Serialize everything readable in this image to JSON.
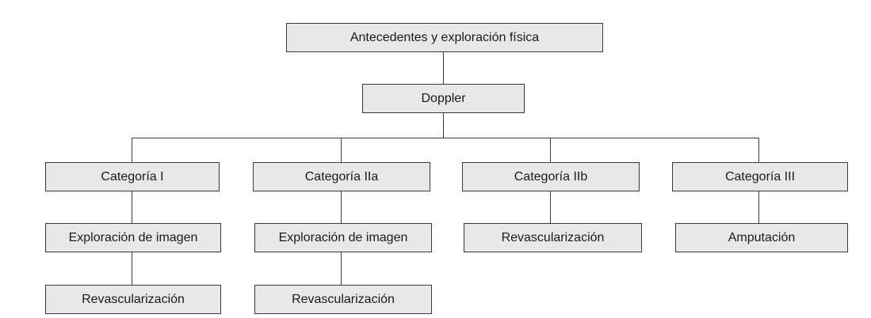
{
  "diagram": {
    "root": "Antecedentes y exploración física",
    "test": "Doppler",
    "categories": [
      {
        "label": "Categoría I",
        "steps": [
          "Exploración de imagen",
          "Revascularización"
        ]
      },
      {
        "label": "Categoría IIa",
        "steps": [
          "Exploración de imagen",
          "Revascularización"
        ]
      },
      {
        "label": "Categoría IIb",
        "steps": [
          "Revascularización"
        ]
      },
      {
        "label": "Categoría III",
        "steps": [
          "Amputación"
        ]
      }
    ]
  },
  "colors": {
    "node_fill": "#e8e8e8",
    "node_border": "#3a3a3a",
    "line": "#3a3a3a",
    "text": "#1a1a1a"
  }
}
